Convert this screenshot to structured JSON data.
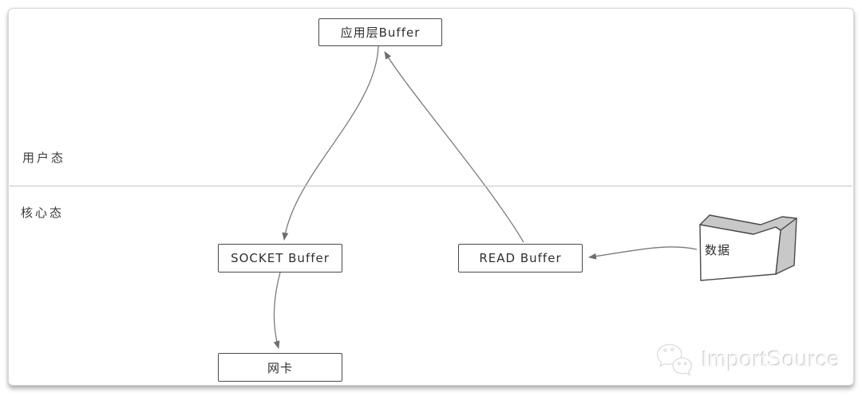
{
  "diagram": {
    "zones": {
      "user_mode_label": "用户态",
      "kernel_mode_label": "核心态"
    },
    "nodes": {
      "app_buffer": {
        "label": "应用层Buffer"
      },
      "socket_buffer": {
        "label": "SOCKET Buffer"
      },
      "read_buffer": {
        "label": "READ Buffer"
      },
      "nic": {
        "label": "网卡"
      },
      "data": {
        "label": "数据"
      }
    },
    "edges": [
      {
        "from": "app_buffer",
        "to": "socket_buffer",
        "style": "curved-arrow"
      },
      {
        "from": "read_buffer",
        "to": "app_buffer",
        "style": "curved-arrow"
      },
      {
        "from": "socket_buffer",
        "to": "nic",
        "style": "curved-arrow"
      },
      {
        "from": "data",
        "to": "read_buffer",
        "style": "curved-arrow"
      }
    ],
    "colors": {
      "box_border": "#4a4a4a",
      "arrow": "#7a7a7a",
      "arrowhead": "#6e6e6e",
      "divider": "#c4c4c4",
      "text": "#2f2f2f",
      "shape_front_fill": "#ffffff",
      "shape_side_fill": "#c8c8c8"
    }
  },
  "watermark": {
    "brand": "ImportSource",
    "icon": "wechat-icon"
  }
}
